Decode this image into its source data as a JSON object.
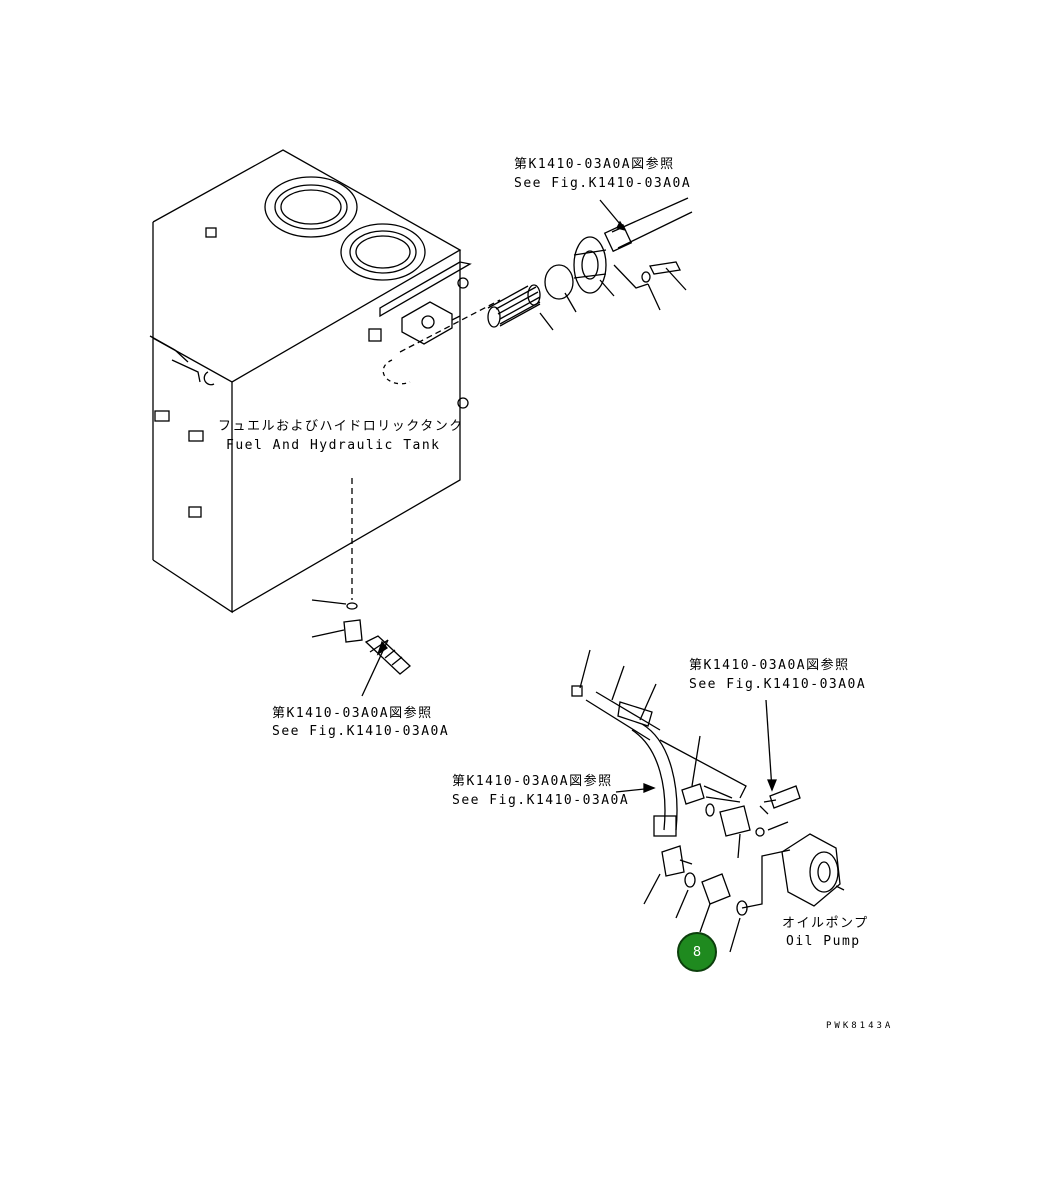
{
  "labels": {
    "ref_top_jp": "第K1410-03A0A図参照",
    "ref_top_en": "See Fig.K1410-03A0A",
    "tank_jp": "フュエルおよびハイドロリックタンク",
    "tank_en": "Fuel And Hydraulic Tank",
    "ref_left_jp": "第K1410-03A0A図参照",
    "ref_left_en": "See Fig.K1410-03A0A",
    "ref_mid_jp": "第K1410-03A0A図参照",
    "ref_mid_en": "See Fig.K1410-03A0A",
    "ref_right_jp": "第K1410-03A0A図参照",
    "ref_right_en": "See Fig.K1410-03A0A",
    "pump_jp": "オイルポンプ",
    "pump_en": "Oil Pump",
    "drawing_code": "PWK8143A"
  },
  "callout": {
    "number": "8",
    "color": "#1f8a1f"
  }
}
